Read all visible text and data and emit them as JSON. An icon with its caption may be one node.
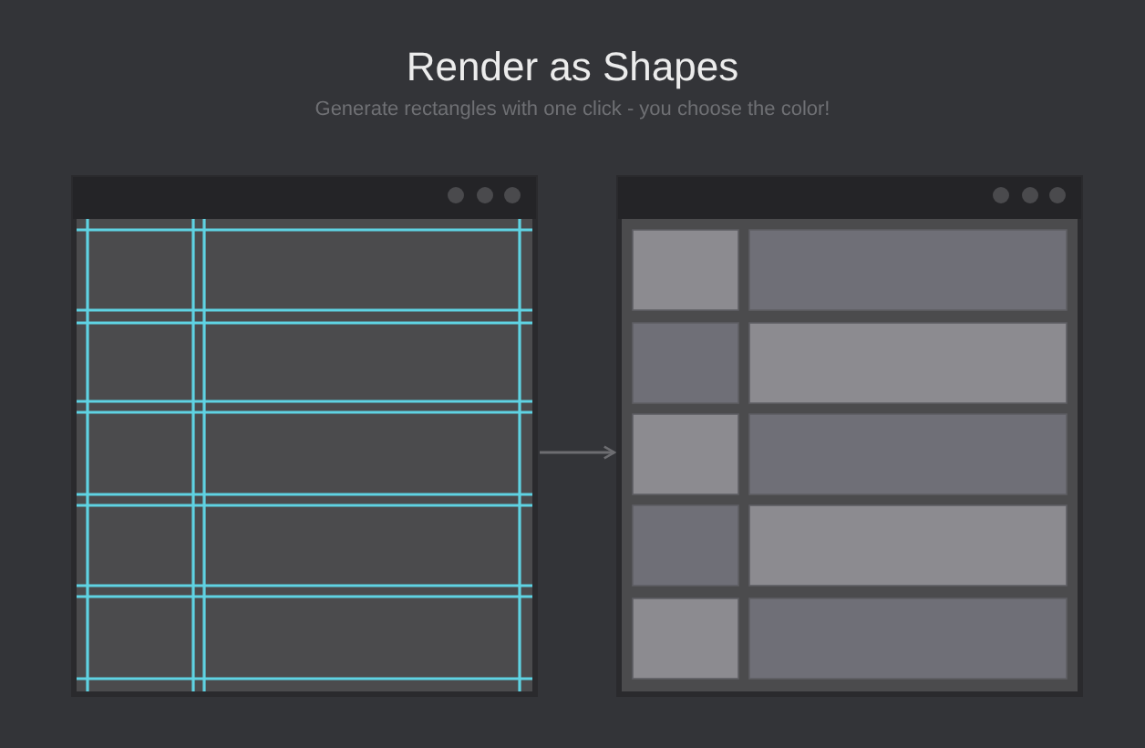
{
  "diagram": {
    "title": "Render as Shapes",
    "nodes": [
      {
        "text": [],
        "shape": "picture"
      },
      {
        "text": [],
        "shape": "picture"
      }
    ],
    "edges": [
      {
        "from": 0,
        "to": 1,
        "arrow": "to"
      }
    ],
    "labels": [
      "Generate rectangles with one click - you choose the color!"
    ]
  }
}
